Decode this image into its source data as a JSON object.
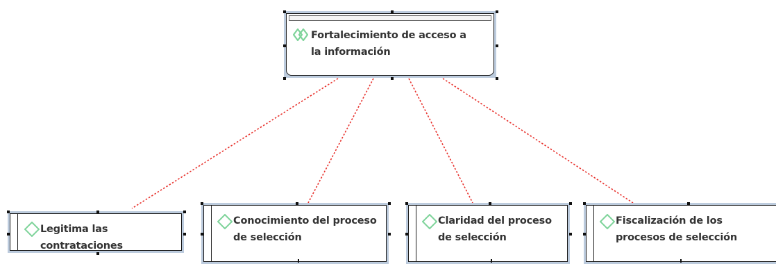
{
  "diagram": {
    "root": {
      "label": "Fortalecimiento de acceso a la información",
      "icon": "double-diamond-icon"
    },
    "children": [
      {
        "label": "Legitima las contrataciones",
        "icon": "diamond-icon"
      },
      {
        "label": "Conocimiento del proceso de selección",
        "icon": "diamond-icon"
      },
      {
        "label": "Claridad del proceso de selección",
        "icon": "diamond-icon"
      },
      {
        "label": "Fiscalización de los procesos de selección",
        "icon": "diamond-icon"
      }
    ],
    "connector_color": "#e8312c",
    "icon_color": "#7ed39a",
    "frame_color": "#bccbdd"
  }
}
